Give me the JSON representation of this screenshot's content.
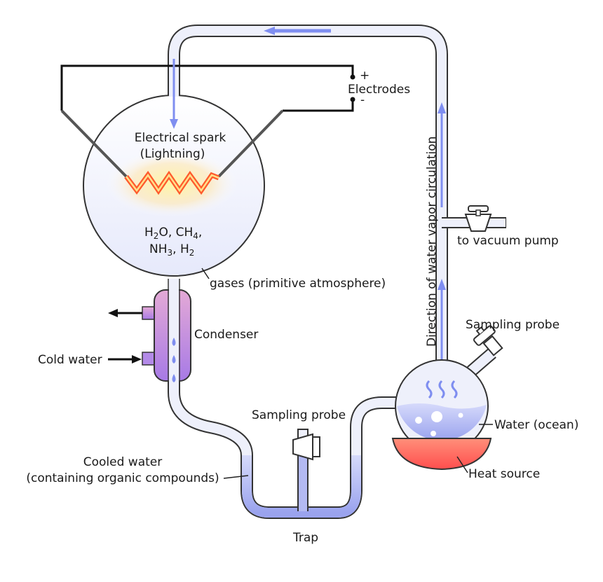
{
  "labels": {
    "spark_line1": "Electrical spark",
    "spark_line2": "(Lightning)",
    "electrodes": "Electrodes",
    "plus": "+",
    "minus": "-",
    "gases_line1": {
      "a": "H",
      "b": "2",
      "c": "O, CH",
      "d": "4",
      "e": ","
    },
    "gases_line2": {
      "a": "NH",
      "b": "3",
      "c": ", H",
      "d": "2"
    },
    "gases_caption": "gases (primitive atmosphere)",
    "condenser": "Condenser",
    "cold_water": "Cold water",
    "vertical_text": "Direction of water vapor circulation",
    "vacuum": "to vacuum pump",
    "probe_right": "Sampling probe",
    "probe_trap": "Sampling probe",
    "water": "Water (ocean)",
    "heat": "Heat source",
    "cooled_line1": "Cooled water",
    "cooled_line2": "(containing organic compounds)",
    "trap": "Trap"
  },
  "colors": {
    "tube_fill": "#eef0fb",
    "tube_stroke": "#333333",
    "flow_arrow": "#7f8ef0",
    "liquid": "#a8b0f0",
    "spark": "#ff5a2c",
    "heat": "#ff5f5f",
    "condenser_top": "#e4a9d6",
    "condenser_bottom": "#a77ae6"
  }
}
